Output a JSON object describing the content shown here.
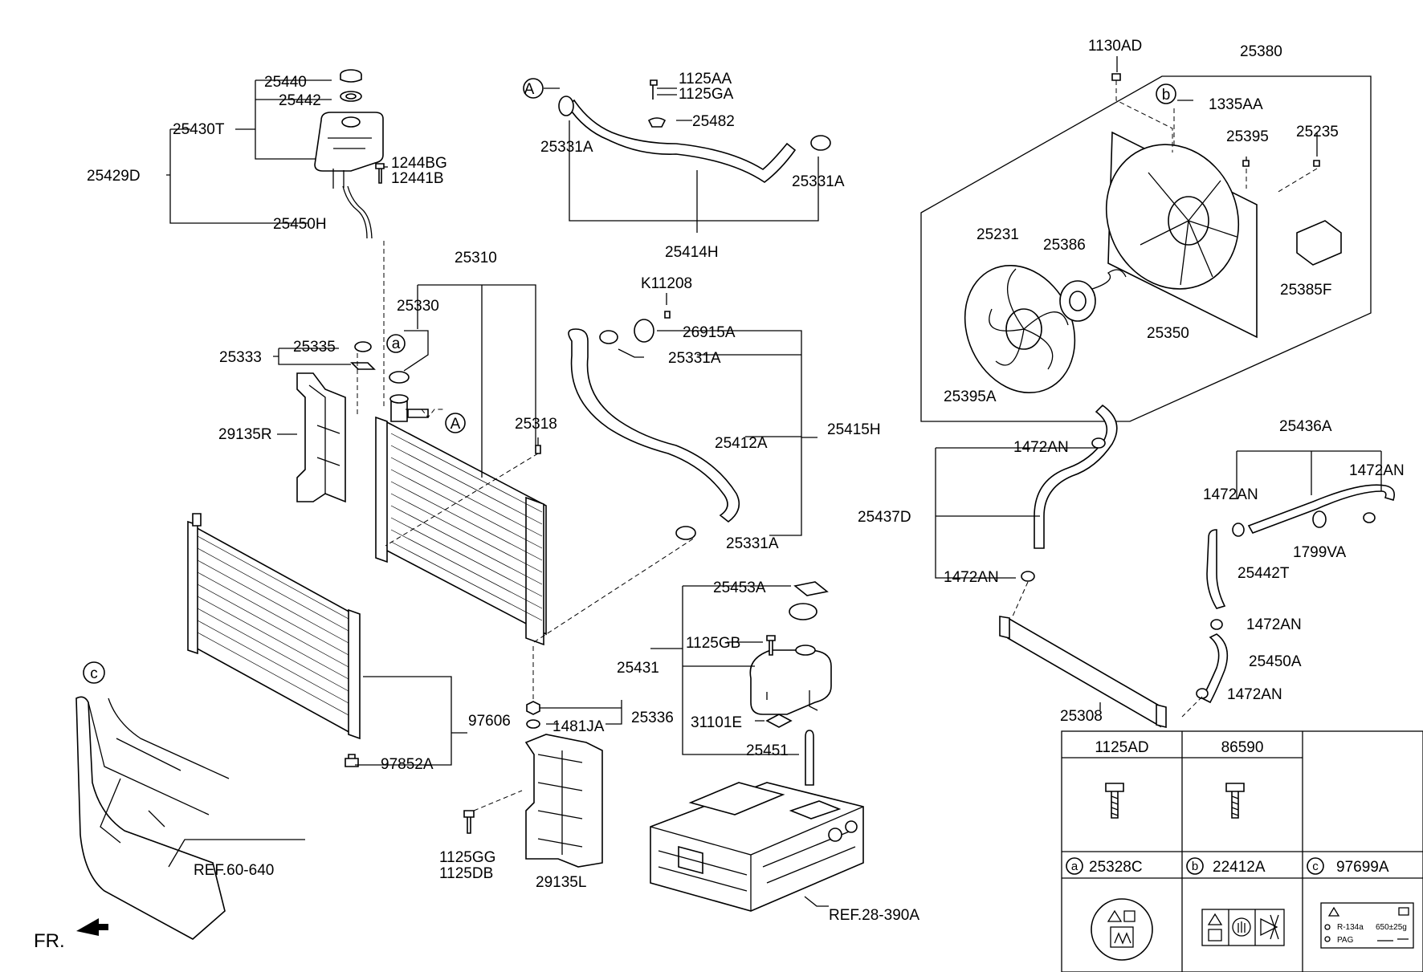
{
  "labels": {
    "p25440": "25440",
    "p25442": "25442",
    "p25430T": "25430T",
    "p25429D": "25429D",
    "p1244BG": "1244BG",
    "p12441B": "12441B",
    "p25450H": "25450H",
    "p1125AA": "1125AA",
    "p1125GA": "1125GA",
    "p25482": "25482",
    "p25331A_1": "25331A",
    "p25331A_2": "25331A",
    "p25414H": "25414H",
    "p25310": "25310",
    "p25330": "25330",
    "p25333": "25333",
    "p25335": "25335",
    "p29135R": "29135R",
    "p25318": "25318",
    "pK11208": "K11208",
    "p26915A": "26915A",
    "p25331A_3": "25331A",
    "p25412A": "25412A",
    "p25415H": "25415H",
    "p25331A_4": "25331A",
    "p1130AD": "1130AD",
    "p25380": "25380",
    "p1335AA": "1335AA",
    "p25395": "25395",
    "p25235": "25235",
    "p25231": "25231",
    "p25386": "25386",
    "p25385F": "25385F",
    "p25350": "25350",
    "p25395A": "25395A",
    "p1472AN_1": "1472AN",
    "p25436A": "25436A",
    "p1472AN_2": "1472AN",
    "p1472AN_3": "1472AN",
    "p25437D": "25437D",
    "p1799VA": "1799VA",
    "p1472AN_4": "1472AN",
    "p25442T": "25442T",
    "p1472AN_5": "1472AN",
    "p25450A": "25450A",
    "p1472AN_6": "1472AN",
    "p25308": "25308",
    "p25453A": "25453A",
    "p1125GB": "1125GB",
    "p25431": "25431",
    "p31101E": "31101E",
    "p25451": "25451",
    "p25336": "25336",
    "p1481JA": "1481JA",
    "p97606": "97606",
    "p97852A": "97852A",
    "p1125GG": "1125GG",
    "p1125DB": "1125DB",
    "p29135L": "29135L",
    "ref60640": "REF.60-640",
    "ref28390A": "REF.28-390A",
    "fr": "FR.",
    "callout_A1": "A",
    "callout_A2": "A",
    "callout_a": "a",
    "callout_b": "b",
    "callout_c": "c"
  },
  "legend_table": {
    "col1_header": "1125AD",
    "col2_header": "86590",
    "row2": [
      {
        "letter": "a",
        "part": "25328C"
      },
      {
        "letter": "b",
        "part": "22412A"
      },
      {
        "letter": "c",
        "part": "97699A"
      }
    ],
    "label_text": {
      "refrigerant": "R-134a",
      "amount": "650±25g",
      "oil": "PAG"
    }
  }
}
